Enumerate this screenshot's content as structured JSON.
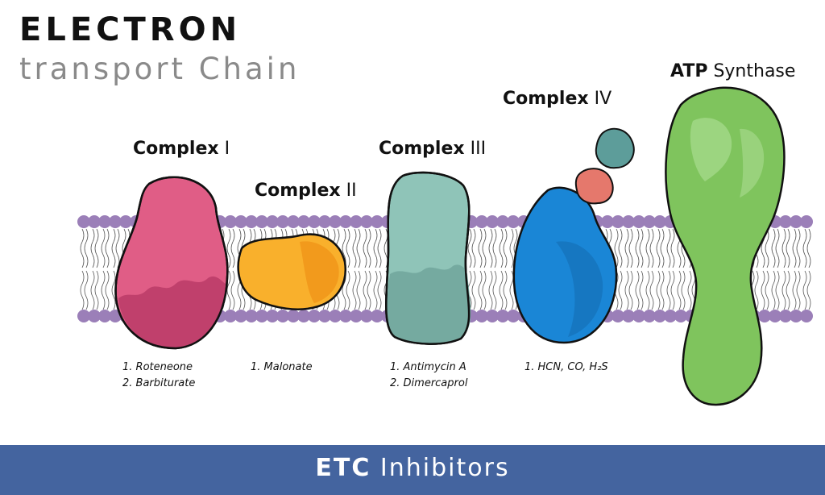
{
  "title": {
    "main": "ELECTRON",
    "sub": "transport  Chain"
  },
  "complexes": [
    {
      "bold": "Complex",
      "num": " I",
      "inhibitors": [
        "1. Roteneone",
        "2. Barbiturate"
      ],
      "color": "#e05d86"
    },
    {
      "bold": "Complex",
      "num": " II",
      "inhibitors": [
        "1. Malonate"
      ],
      "color": "#f9b02c"
    },
    {
      "bold": "Complex",
      "num": " III",
      "inhibitors": [
        "1. Antimycin A",
        "2. Dimercaprol"
      ],
      "color": "#8fc4b8"
    },
    {
      "bold": "Complex",
      "num": " IV",
      "inhibitors": [
        "1. HCN, CO, H₂S"
      ],
      "color": "#1a86d6"
    }
  ],
  "atp": {
    "bold": "ATP",
    "rest": " Synthase",
    "color": "#7fc45d"
  },
  "banner": {
    "bold": "ETC",
    "rest": " Inhibitors",
    "color": "#44649f"
  },
  "membrane_color": "#9b7fb8"
}
